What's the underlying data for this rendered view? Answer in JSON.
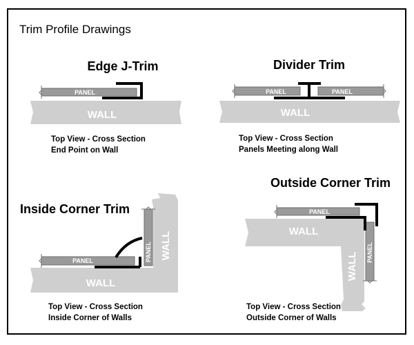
{
  "page_title": "Trim Profile Drawings",
  "panels": [
    {
      "id": "edge-j-trim",
      "title": "Edge J-Trim",
      "labels": {
        "panel": "PANEL",
        "wall": "WALL"
      },
      "caption": [
        "Top View - Cross Section",
        "End Point on Wall"
      ]
    },
    {
      "id": "divider-trim",
      "title": "Divider Trim",
      "labels": {
        "panel_left": "PANEL",
        "panel_right": "PANEL",
        "wall": "WALL"
      },
      "caption": [
        "Top View - Cross Section",
        "Panels Meeting along Wall"
      ]
    },
    {
      "id": "inside-corner-trim",
      "title": "Inside Corner Trim",
      "labels": {
        "panel_horizontal": "PANEL",
        "panel_vertical": "PANEL",
        "wall_horizontal": "WALL",
        "wall_vertical": "WALL"
      },
      "caption": [
        "Top View - Cross Section",
        "Inside Corner of Walls"
      ]
    },
    {
      "id": "outside-corner-trim",
      "title": "Outside Corner Trim",
      "labels": {
        "panel_horizontal": "PANEL",
        "panel_vertical": "PANEL",
        "wall_horizontal": "WALL",
        "wall_vertical": "WALL"
      },
      "caption": [
        "Top View - Cross Section",
        "Outside Corner of Walls"
      ]
    }
  ],
  "colors": {
    "border": "#000000",
    "wall_fill": "#cfcfcf",
    "panel_fill": "#9a9a9a",
    "panel_edge": "#6e6e6e",
    "trim": "#000000",
    "label_on_shape": "#ffffff",
    "text": "#000000"
  }
}
